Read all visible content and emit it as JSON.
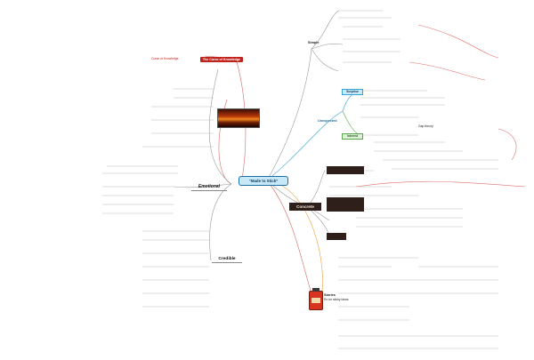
{
  "central": {
    "label": "“Made to Stick”"
  },
  "left": {
    "curse": {
      "label": "The Curse of Knowledge",
      "note": "Curse of Knowledge"
    },
    "emotional": {
      "label": "Emotional"
    },
    "credible": {
      "label": "Credible"
    }
  },
  "right": {
    "simple": {
      "label": "Simple"
    },
    "unexpected": {
      "label": "Unexpected"
    },
    "concrete": {
      "label": "Concrete"
    },
    "stories": {
      "label": "Stories",
      "prescription": "Rx for sticky ideas"
    },
    "sub": {
      "surprise": "Surprise",
      "interest": "Interest",
      "gap_theory": "Gap theory"
    }
  },
  "colors": {
    "central_fill": "#c6e8f7",
    "central_border": "#1d6fa3",
    "link_grey": "#9a9a9a",
    "link_blue": "#3aa3d6",
    "link_orange": "#e8a040",
    "link_red": "#d36a6a",
    "link_green": "#5aa64a",
    "curse_fill": "#c0231b",
    "dark_box": "#2e1f1a"
  }
}
